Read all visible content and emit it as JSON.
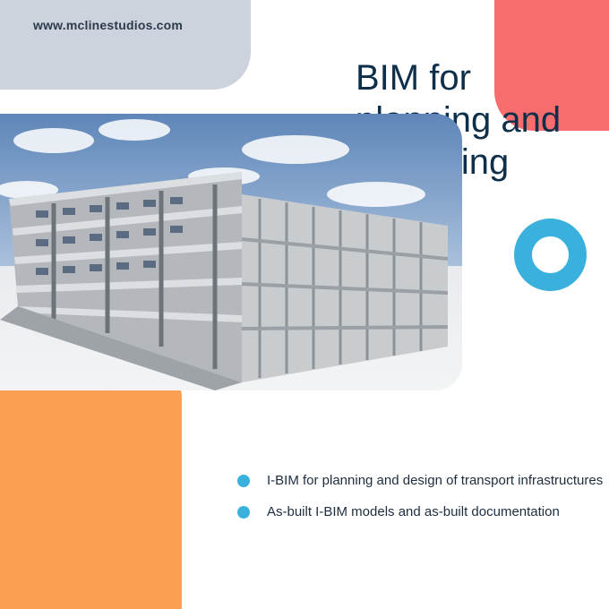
{
  "header": {
    "website": "www.mclinestudios.com"
  },
  "headline": {
    "lines": [
      "BIM for",
      "planning and",
      "designing"
    ]
  },
  "hero_image": {
    "alt": ""
  },
  "features": [
    {
      "text": "I-BIM for planning and design of transport infrastructures"
    },
    {
      "text": "As-built I-BIM models and as-built documentation"
    }
  ],
  "colors": {
    "accent_red": "#f76c6c",
    "accent_orange": "#fb9f53",
    "accent_blue": "#3ab1dc",
    "accent_gray": "#ccd3dc",
    "headline_navy": "#0e2f4a"
  }
}
